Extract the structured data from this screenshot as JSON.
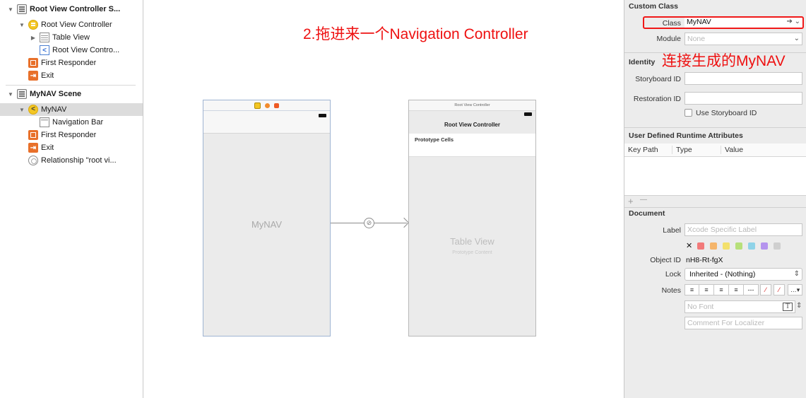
{
  "outline": {
    "items": [
      {
        "label": "Root View Controller S...",
        "kind": "scene"
      },
      {
        "label": "Root View Controller",
        "kind": "vc"
      },
      {
        "label": "Table View",
        "kind": "table"
      },
      {
        "label": "Root View Contro...",
        "kind": "navitem"
      },
      {
        "label": "First Responder",
        "kind": "responder"
      },
      {
        "label": "Exit",
        "kind": "exit"
      },
      {
        "label": "MyNAV Scene",
        "kind": "scene"
      },
      {
        "label": "MyNAV",
        "kind": "nav"
      },
      {
        "label": "Navigation Bar",
        "kind": "bar"
      },
      {
        "label": "First Responder",
        "kind": "responder"
      },
      {
        "label": "Exit",
        "kind": "exit"
      },
      {
        "label": "Relationship \"root vi...",
        "kind": "relationship"
      }
    ],
    "glyphs": {
      "collapse": "▼",
      "expand": "▶",
      "nav": "<",
      "exit": "⇥"
    }
  },
  "canvas": {
    "annotation": "2.拖进来一个Navigation Controller",
    "nav_controller": {
      "label": "MyNAV"
    },
    "root_vc": {
      "dock_title": "Root View Controller",
      "nav_title": "Root View Controller",
      "prototype_cells": "Prototype Cells",
      "table_title": "Table View",
      "table_subtitle": "Prototype Content"
    },
    "segue_glyph": "⊘"
  },
  "inspector": {
    "custom_class": {
      "title": "Custom Class",
      "class_label": "Class",
      "class_value": "MyNAV",
      "module_label": "Module",
      "module_placeholder": "None",
      "annotation": "连接生成的MyNAV"
    },
    "identity": {
      "title": "Identity",
      "storyboard_id_label": "Storyboard ID",
      "restoration_id_label": "Restoration ID",
      "use_storyboard_id": "Use Storyboard ID"
    },
    "runtime_attrs": {
      "title": "User Defined Runtime Attributes",
      "columns": [
        "Key Path",
        "Type",
        "Value"
      ],
      "add": "+",
      "remove": "—"
    },
    "document": {
      "title": "Document",
      "label_label": "Label",
      "label_placeholder": "Xcode Specific Label",
      "clear": "✕",
      "colors": [
        "#f27a7a",
        "#f5b56b",
        "#f3e06b",
        "#b7e07a",
        "#8fd3e8",
        "#b594ee",
        "#cfcfcf"
      ],
      "object_id_label": "Object ID",
      "object_id": "nH8-Rt-fgX",
      "lock_label": "Lock",
      "lock_value": "Inherited - (Nothing)",
      "notes_label": "Notes",
      "font_placeholder": "No Font",
      "comment_placeholder": "Comment For Localizer"
    },
    "glyphs": {
      "arrow": "➔",
      "dropdown": "⌄",
      "stepper": "⇕",
      "more": "…▾",
      "font": "T"
    }
  }
}
